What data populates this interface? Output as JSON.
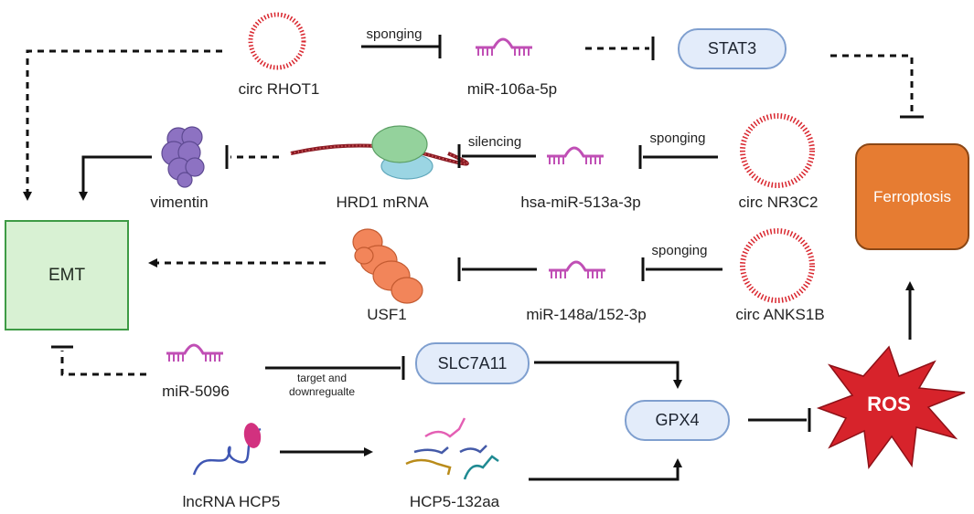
{
  "nodes": {
    "emt": "EMT",
    "ferroptosis": "Ferroptosis",
    "ros": "ROS",
    "stat3": "STAT3",
    "slc7a11": "SLC7A11",
    "gpx4": "GPX4",
    "circ_rhot1": "circ RHOT1",
    "mir_106a": "miR-106a-5p",
    "vimentin": "vimentin",
    "hrd1": "HRD1 mRNA",
    "hsa_mir_513a": "hsa-miR-513a-3p",
    "circ_nr3c2": "circ NR3C2",
    "usf1": "USF1",
    "mir_148a": "miR-148a/152-3p",
    "circ_anks1b": "circ ANKS1B",
    "mir_5096": "miR-5096",
    "lncrna_hcp5": "lncRNA HCP5",
    "hcp5_132aa": "HCP5-132aa"
  },
  "edge_labels": {
    "sponging_top": "sponging",
    "silencing": "silencing",
    "sponging_mid": "sponging",
    "sponging_low": "sponging",
    "target_line1": "target and",
    "target_line2": "downregualte"
  },
  "colors": {
    "emt_fill": "#d8f1d3",
    "emt_border": "#3e9b45",
    "ferroptosis_fill": "#e67c32",
    "ros_fill": "#d7232b",
    "pill_fill": "#e3ecfa",
    "pill_border": "#7f9fcf",
    "circ_rna": "#d9262e",
    "mirna": "#c04fb5",
    "vimentin": "#8d72c2",
    "usf1": "#f2855a"
  }
}
